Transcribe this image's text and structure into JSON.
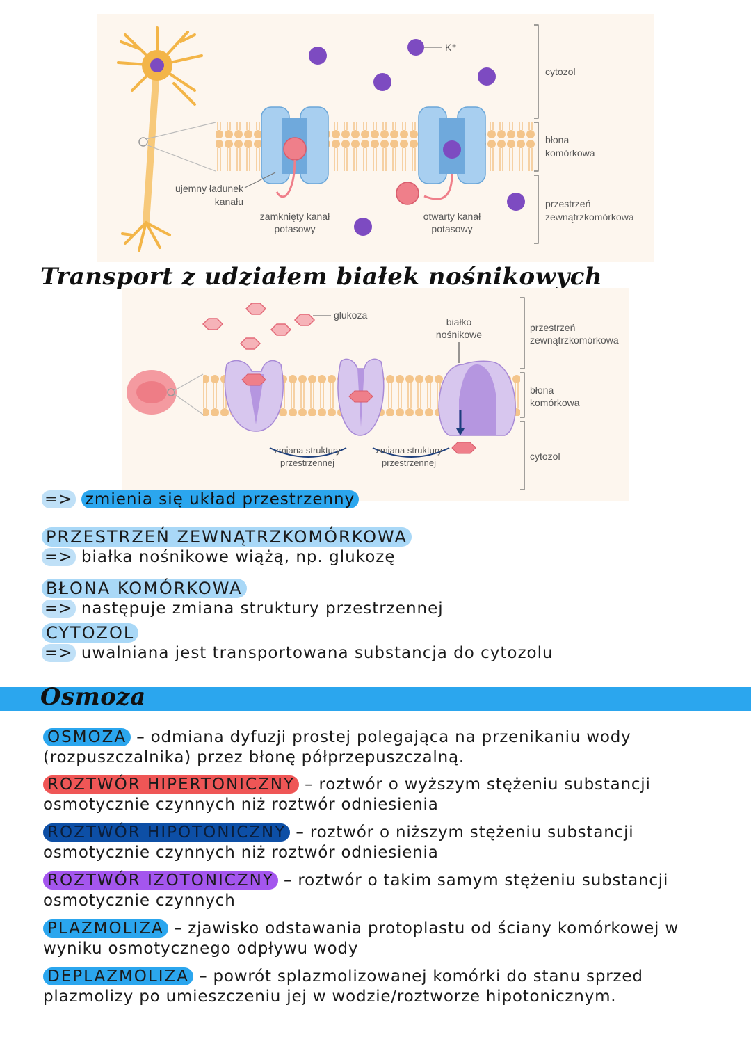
{
  "colors": {
    "light_blue": "#a9d8f7",
    "blue": "#2ba6ee",
    "red": "#ef5656",
    "dark_blue": "#0d4fa6",
    "purple": "#a456ee",
    "channel": "#a8cff0",
    "carrier": "#d7c6ee",
    "ion": "#7d4bc1",
    "membrane": "#f4c58b",
    "glucose": "#ef7f8a"
  },
  "figure1": {
    "ion_label": "K⁺",
    "label_cytozol": "cytozol",
    "label_blona_1": "błona",
    "label_blona_2": "komórkowa",
    "label_przestrzen_1": "przestrzeń",
    "label_przestrzen_2": "zewnątrzkomórkowa",
    "label_ladunek_1": "ujemny ładunek",
    "label_ladunek_2": "kanału",
    "label_zamkniety_1": "zamknięty kanał",
    "label_zamkniety_2": "potasowy",
    "label_otwarty_1": "otwarty kanał",
    "label_otwarty_2": "potasowy"
  },
  "heading_transport": "Transport z udziałem białek nośnikowych",
  "figure2": {
    "label_glukoza": "glukoza",
    "label_bialko_1": "białko",
    "label_bialko_2": "nośnikowe",
    "label_przestrzen_1": "przestrzeń",
    "label_przestrzen_2": "zewnątrzkomórkowa",
    "label_blona_1": "błona",
    "label_blona_2": "komórkowa",
    "label_cytozol": "cytozol",
    "label_zmiana_a_1": "zmiana struktury",
    "label_zmiana_a_2": "przestrzennej",
    "label_zmiana_b_1": "zmiana struktury",
    "label_zmiana_b_2": "przestrzennej"
  },
  "notes": {
    "arrow": "=>",
    "line1": "zmienia się układ przestrzenny",
    "cap1": "PRZESTRZEŃ ZEWNĄTRZKOMÓRKOWA",
    "line2": "białka nośnikowe wiążą, np. glukozę",
    "cap2": "BŁONA KOMÓRKOWA",
    "line3": "następuje zmiana struktury przestrzennej",
    "cap3": "CYTOZOL",
    "line4": "uwalniana jest transportowana substancja do cytozolu"
  },
  "heading_osmoza": "Osmoza",
  "definitions": [
    {
      "term": "OSMOZA",
      "text": " – odmiana dyfuzji prostej polegająca na przenikaniu wody (rozpuszczalnika) przez błonę półprzepuszczalną."
    },
    {
      "term": "ROZTWÓR HIPERTONICZNY",
      "text": " – roztwór o wyższym stężeniu substancji osmotycznie czynnych niż roztwór odniesienia"
    },
    {
      "term": "ROZTWÓR HIPOTONICZNY",
      "text": " – roztwór o niższym stężeniu substancji osmotycznie czynnych niż roztwór odniesienia"
    },
    {
      "term": "ROZTWÓR IZOTONICZNY",
      "text": " – roztwór o takim samym stężeniu substancji osmotycznie czynnych"
    },
    {
      "term": "PLAZMOLIZA",
      "text": " – zjawisko odstawania protoplastu od ściany komórkowej w wyniku osmotycznego odpływu wody"
    },
    {
      "term": "DEPLAZMOLIZA",
      "text": " – powrót splazmolizowanej komórki do stanu sprzed plazmolizy po umieszczeniu jej w wodzie/roztworze hipotonicznym."
    }
  ]
}
